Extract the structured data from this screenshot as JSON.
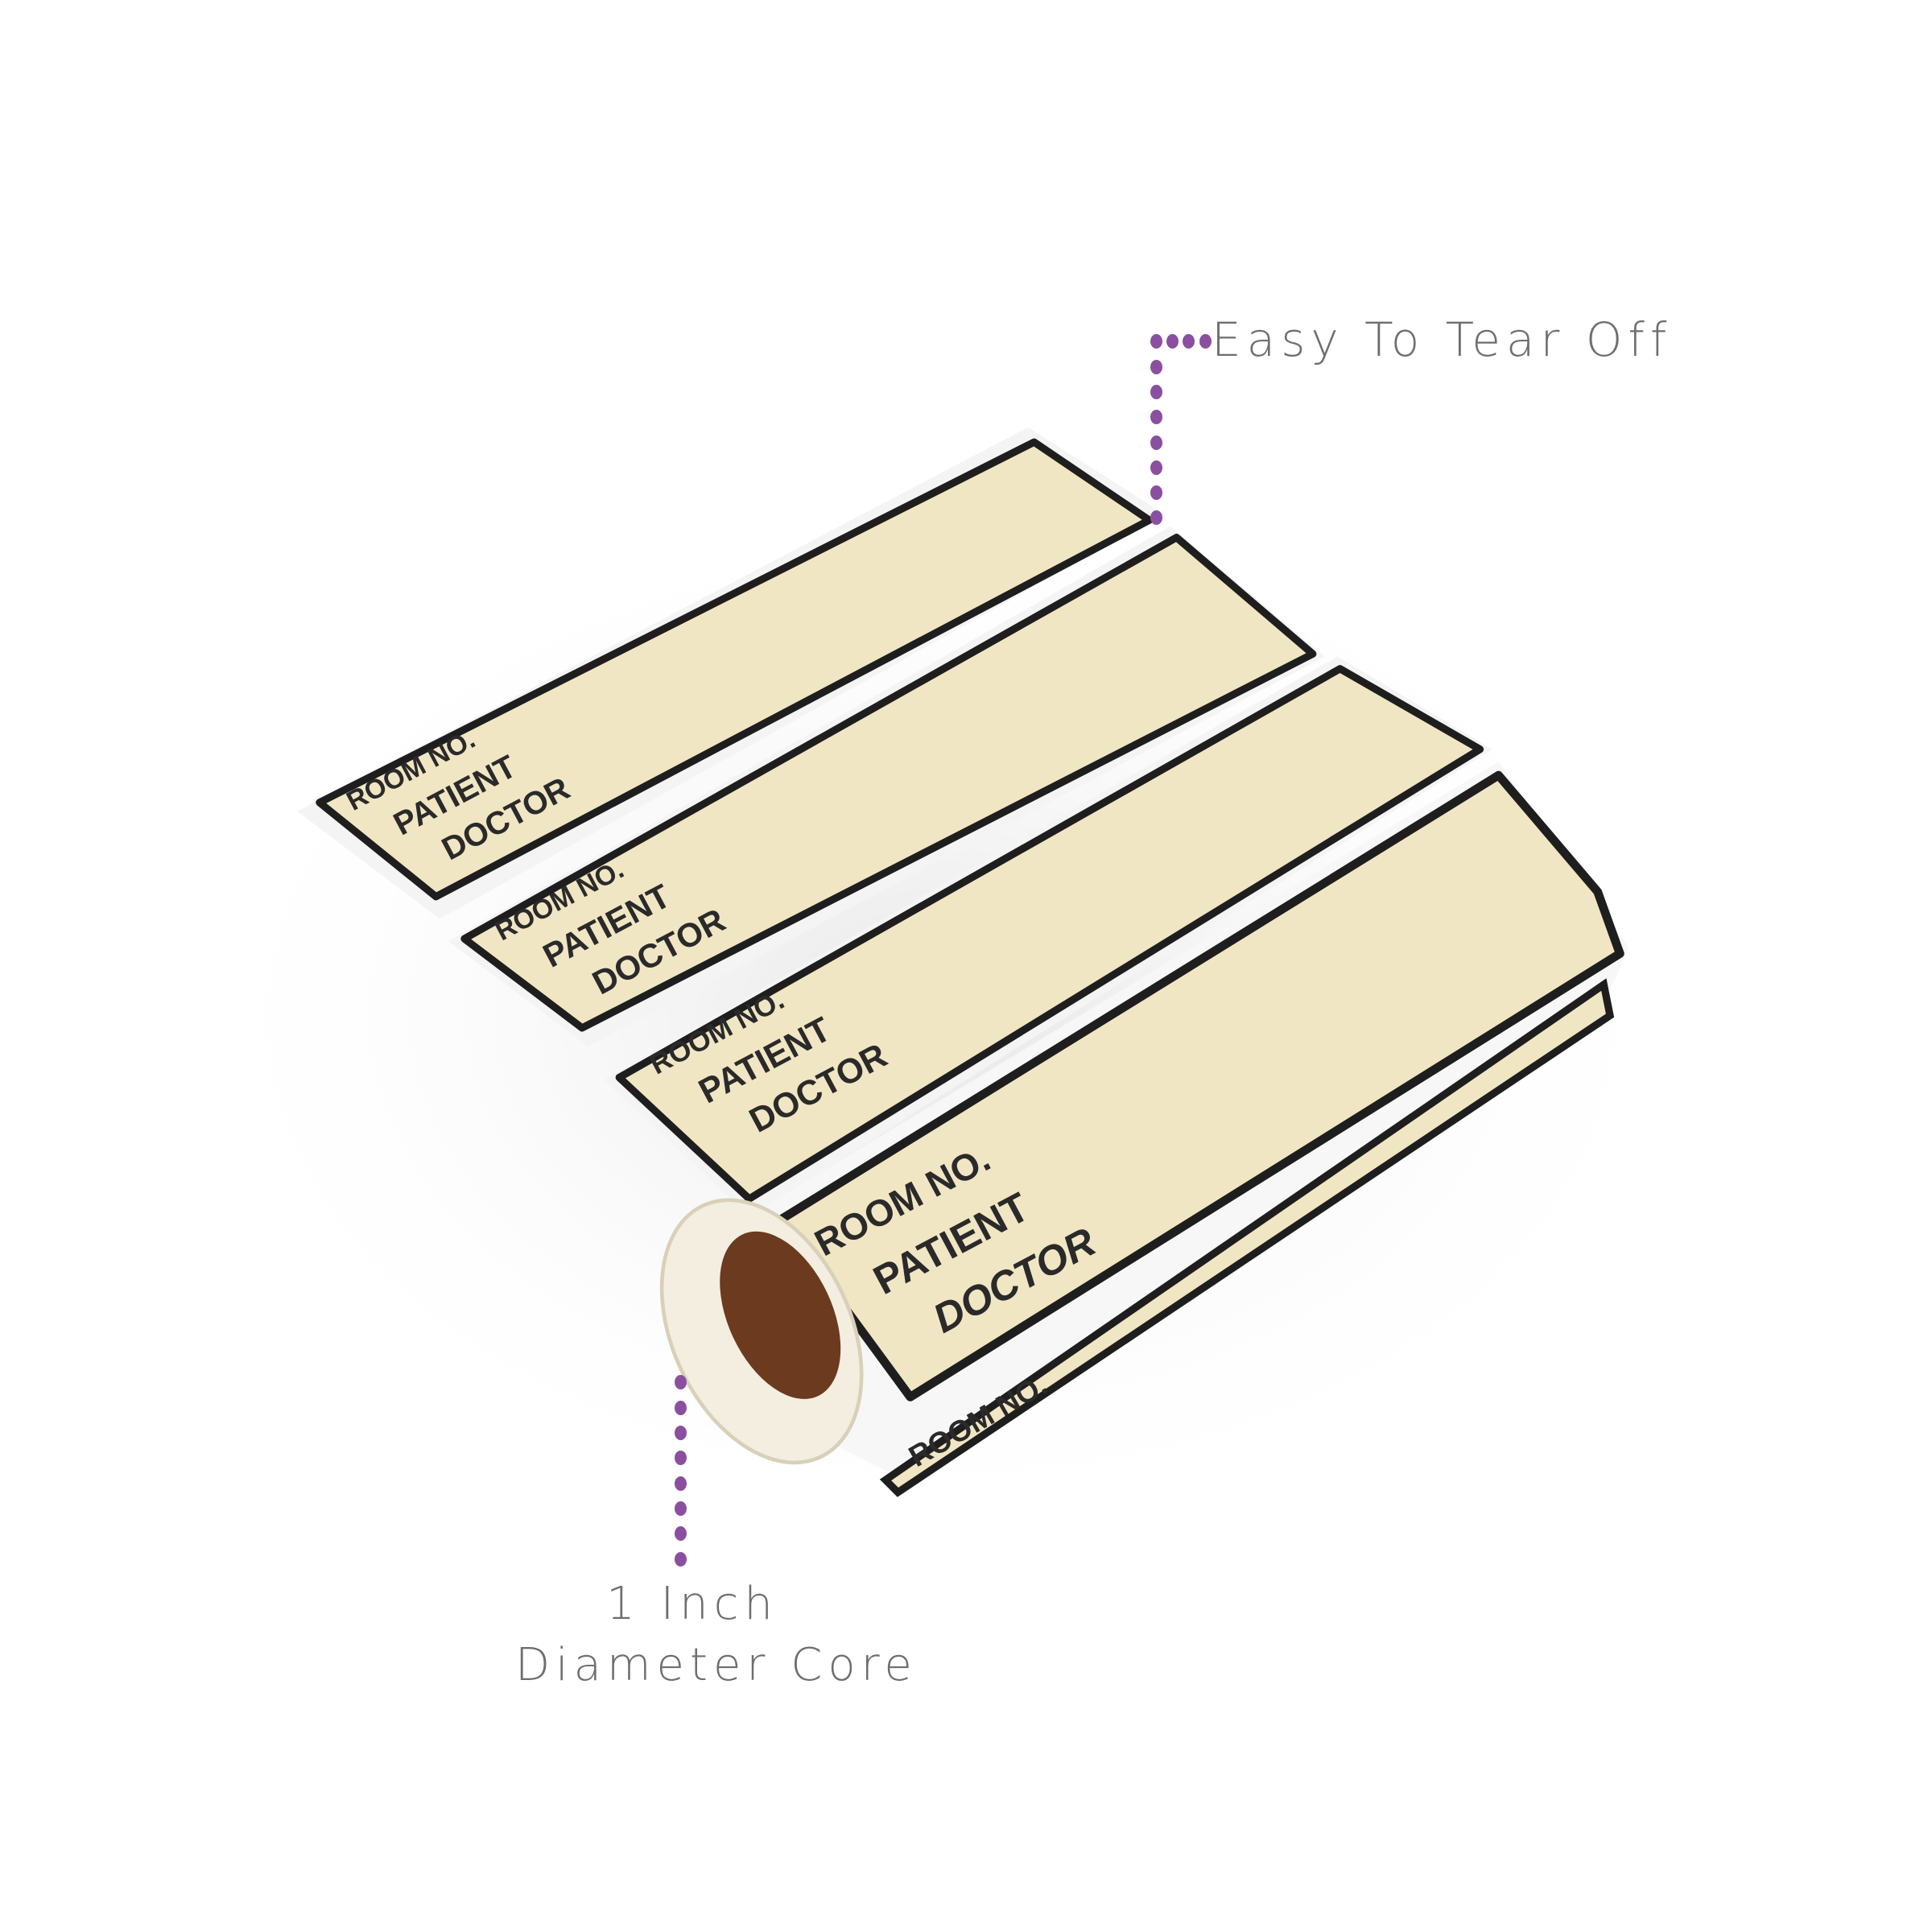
{
  "colors": {
    "accent_dots": "#8a4f9e",
    "callout_text": "#6e6e6e",
    "label_fill": "#f1e6c4",
    "label_border": "#1e1e1e",
    "core": "#6b3a1f"
  },
  "callouts": {
    "tear_off": "Easy To Tear Off",
    "core_line1": "1 Inch",
    "core_line2": "Diameter Core"
  },
  "labels": [
    {
      "room": "ROOM NO.",
      "patient": "PATIENT",
      "doctor": "DOCTOR"
    },
    {
      "room": "ROOM NO.",
      "patient": "PATIENT",
      "doctor": "DOCTOR"
    },
    {
      "room": "ROOM NO.",
      "patient": "PATIENT",
      "doctor": "DOCTOR"
    },
    {
      "room": "ROOM NO.",
      "patient": "PATIENT",
      "doctor": "DOCTOR"
    }
  ],
  "roll_partial_label": "ROOM NO."
}
